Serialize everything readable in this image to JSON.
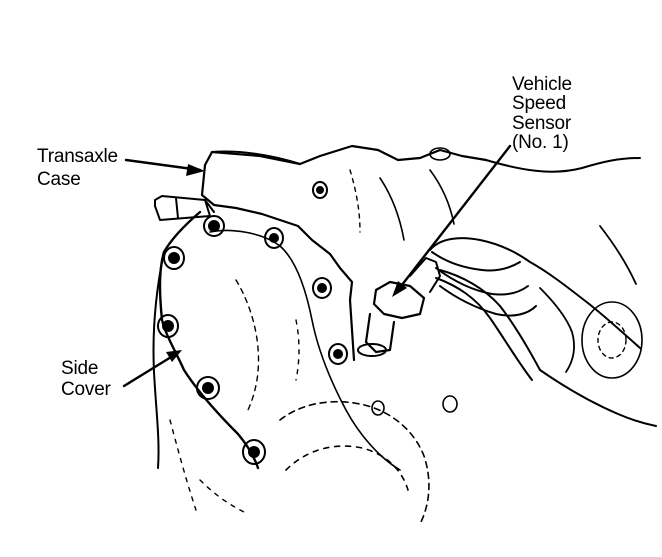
{
  "labels": {
    "transaxle_case_line1": "Transaxle",
    "transaxle_case_line2": "Case",
    "vss_line1": "Vehicle",
    "vss_line2": "Speed",
    "vss_line3": "Sensor",
    "vss_line4": "(No. 1)",
    "side_cover_line1": "Side",
    "side_cover_line2": "Cover"
  },
  "colors": {
    "ink": "#000000",
    "paper": "#ffffff"
  }
}
